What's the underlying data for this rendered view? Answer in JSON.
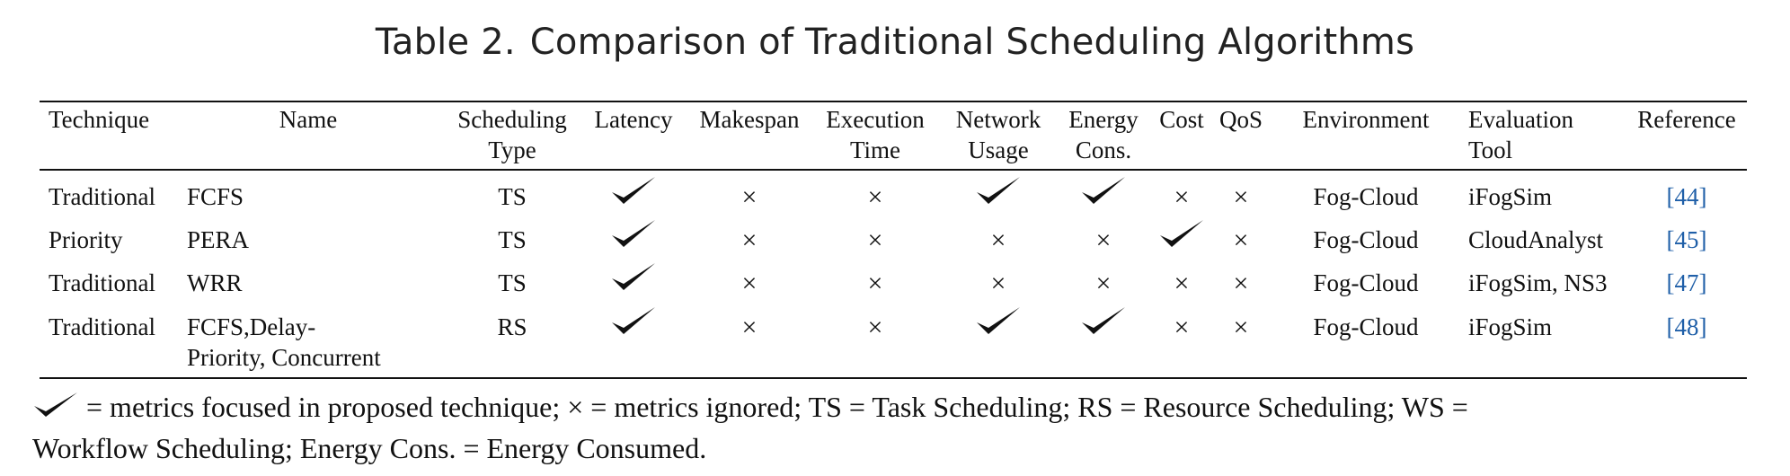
{
  "caption": {
    "number": "Table 2.",
    "title": "Comparison of Traditional Scheduling Algorithms"
  },
  "table": {
    "headers": {
      "technique": [
        "Technique"
      ],
      "name": [
        "Name"
      ],
      "scheduling_type": [
        "Scheduling",
        "Type"
      ],
      "latency": [
        "Latency"
      ],
      "makespan": [
        "Makespan"
      ],
      "execution_time": [
        "Execution",
        "Time"
      ],
      "network_usage": [
        "Network",
        "Usage"
      ],
      "energy_cons": [
        "Energy",
        "Cons."
      ],
      "cost": [
        "Cost"
      ],
      "qos": [
        "QoS"
      ],
      "environment": [
        "Environment"
      ],
      "evaluation_tool": [
        "Evaluation",
        "Tool"
      ],
      "reference": [
        "Reference"
      ]
    },
    "rows": [
      {
        "technique": "Traditional",
        "name": [
          "FCFS"
        ],
        "scheduling_type": "TS",
        "metrics": {
          "latency": "check",
          "makespan": "cross",
          "execution_time": "cross",
          "network_usage": "check",
          "energy_cons": "check",
          "cost": "cross",
          "qos": "cross"
        },
        "environment": "Fog-Cloud",
        "evaluation_tool": "iFogSim",
        "reference": "44"
      },
      {
        "technique": "Priority",
        "name": [
          "PERA"
        ],
        "scheduling_type": "TS",
        "metrics": {
          "latency": "check",
          "makespan": "cross",
          "execution_time": "cross",
          "network_usage": "cross",
          "energy_cons": "cross",
          "cost": "check",
          "qos": "cross"
        },
        "environment": "Fog-Cloud",
        "evaluation_tool": "CloudAnalyst",
        "reference": "45"
      },
      {
        "technique": "Traditional",
        "name": [
          "WRR"
        ],
        "scheduling_type": "TS",
        "metrics": {
          "latency": "check",
          "makespan": "cross",
          "execution_time": "cross",
          "network_usage": "cross",
          "energy_cons": "cross",
          "cost": "cross",
          "qos": "cross"
        },
        "environment": "Fog-Cloud",
        "evaluation_tool": "iFogSim, NS3",
        "reference": "47"
      },
      {
        "technique": "Traditional",
        "name": [
          "FCFS,Delay-",
          "Priority, Concurrent"
        ],
        "scheduling_type": "RS",
        "metrics": {
          "latency": "check",
          "makespan": "cross",
          "execution_time": "cross",
          "network_usage": "check",
          "energy_cons": "check",
          "cost": "cross",
          "qos": "cross"
        },
        "environment": "Fog-Cloud",
        "evaluation_tool": "iFogSim",
        "reference": "48"
      }
    ]
  },
  "symbols": {
    "cross": "×",
    "open_bracket": "[",
    "close_bracket": "]"
  },
  "footnote": {
    "check_meaning": "= metrics focused in proposed technique;",
    "cross_symbol": "×",
    "cross_meaning": "= metrics ignored; TS = Task Scheduling; RS = Resource Scheduling; WS =",
    "line2": "Workflow Scheduling; Energy Cons. = Energy Consumed."
  },
  "colors": {
    "link": "#1f5fa8",
    "text": "#111111",
    "rule": "#111111"
  },
  "icons": {
    "check": "checkmark-icon",
    "cross": "cross-icon"
  }
}
